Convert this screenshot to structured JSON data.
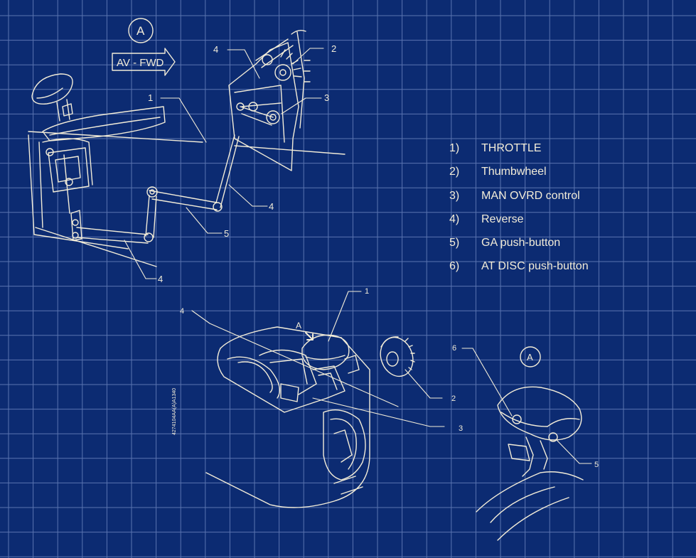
{
  "diagram": {
    "view_marker": "A",
    "direction_label": "AV - FWD",
    "callouts": [
      "1",
      "2",
      "3",
      "4",
      "5",
      "6"
    ],
    "part_number": "4274104AA(A)A1340",
    "colors": {
      "background": "#0c2b72",
      "grid": "#5a74b0",
      "ink": "#f2ecd8"
    }
  },
  "legend": [
    {
      "num": "1)",
      "label": "THROTTLE"
    },
    {
      "num": "2)",
      "label": "Thumbwheel"
    },
    {
      "num": "3)",
      "label": "MAN OVRD control"
    },
    {
      "num": "4)",
      "label": "Reverse"
    },
    {
      "num": "5)",
      "label": "GA push-button"
    },
    {
      "num": "6)",
      "label": "AT DISC push-button"
    }
  ]
}
